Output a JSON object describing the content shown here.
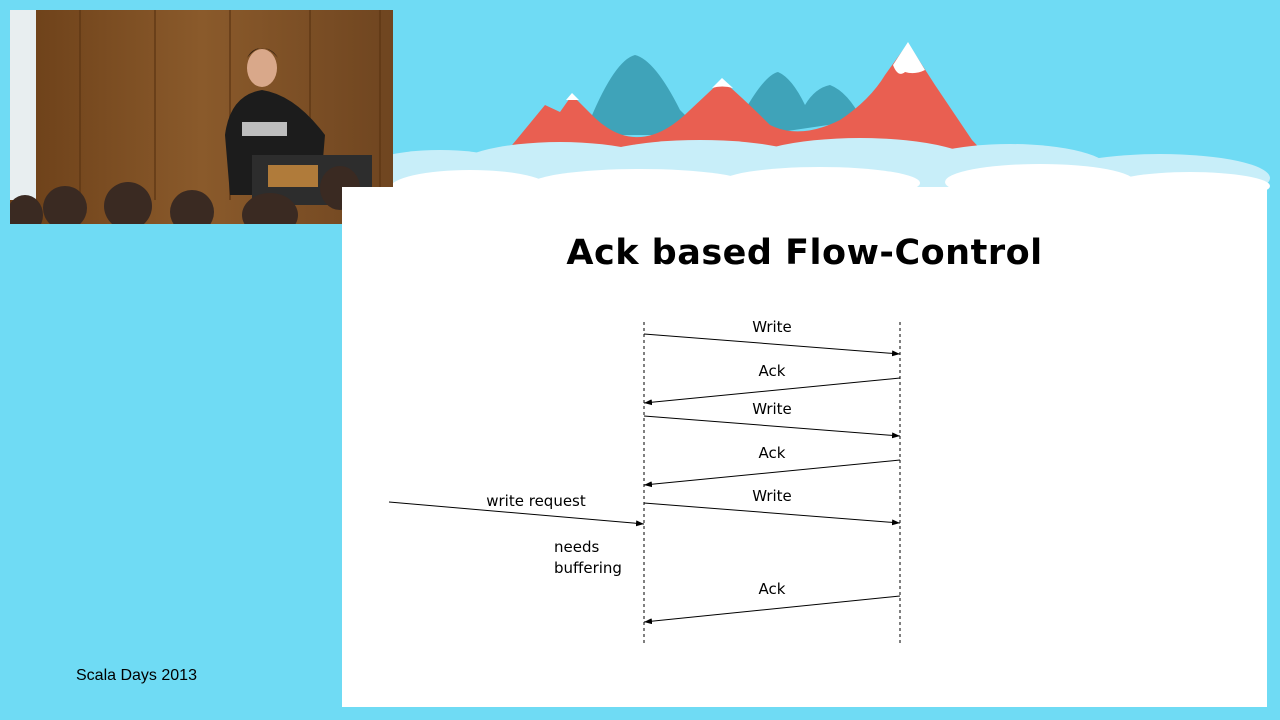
{
  "slide": {
    "title": "Ack based Flow-Control",
    "diagram": {
      "messages": [
        {
          "label": "Write",
          "direction": "right"
        },
        {
          "label": "Ack",
          "direction": "left"
        },
        {
          "label": "Write",
          "direction": "right"
        },
        {
          "label": "Ack",
          "direction": "left"
        },
        {
          "label": "Write",
          "direction": "right"
        },
        {
          "label": "Ack",
          "direction": "left"
        }
      ],
      "incoming_label": "write request",
      "note_line1": "needs",
      "note_line2": "buffering"
    }
  },
  "footer": {
    "conference": "Scala Days 2013"
  },
  "colors": {
    "background": "#6fdbf4",
    "mountain_red": "#e95f51",
    "mountain_teal": "#3fa3b9",
    "cloud": "#c8eef9"
  }
}
